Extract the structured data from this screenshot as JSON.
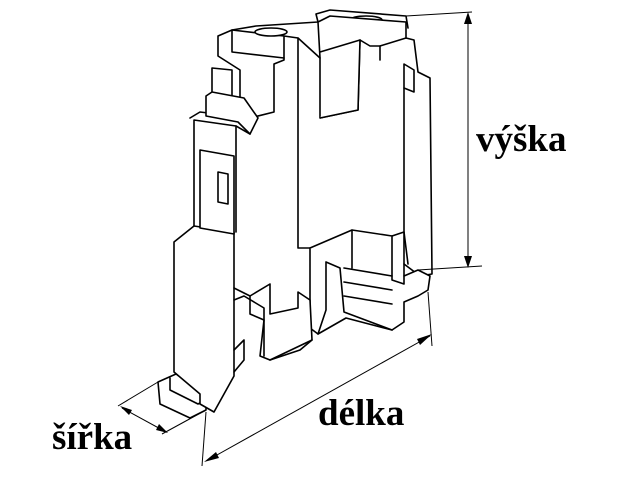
{
  "labels": {
    "height": "výška",
    "length": "délka",
    "width": "šířka"
  },
  "colors": {
    "line": "#000000",
    "background": "#ffffff"
  }
}
